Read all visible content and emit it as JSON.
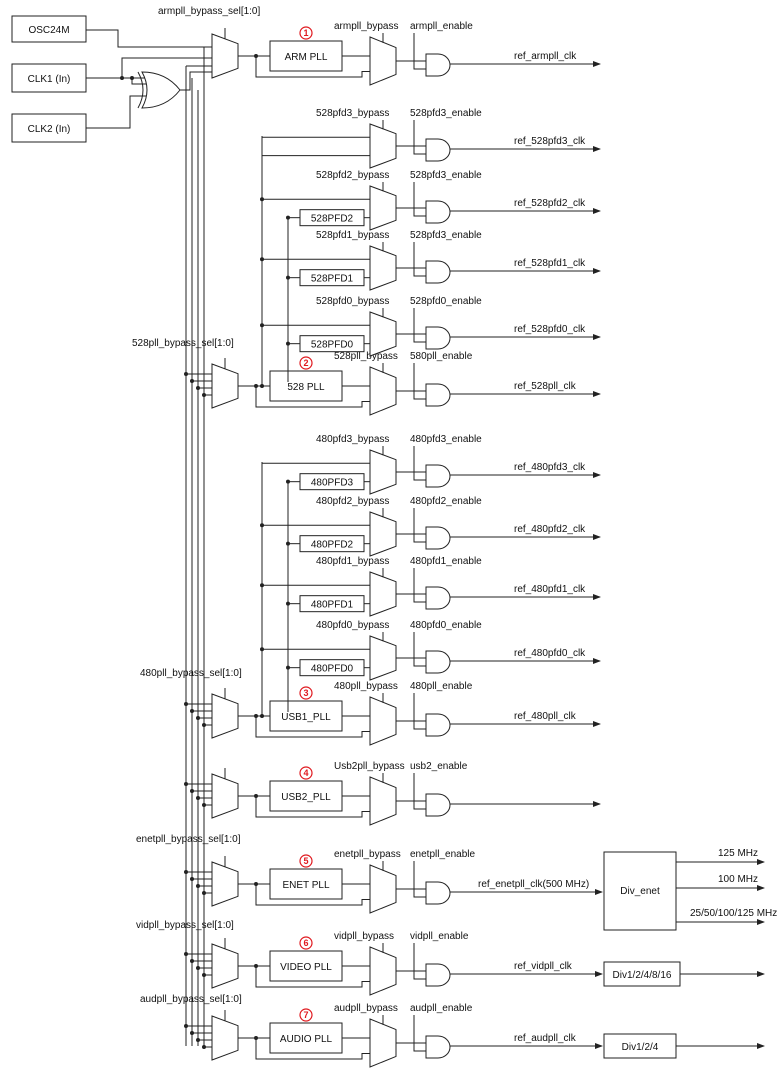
{
  "inputs": [
    {
      "id": "osc24m",
      "label": "OSC24M"
    },
    {
      "id": "clk1",
      "label": "CLK1 (In)"
    },
    {
      "id": "clk2",
      "label": "CLK2 (In)"
    }
  ],
  "pll_groups": [
    {
      "id": "arm",
      "sel_label": "armpll_bypass_sel[1:0]",
      "pll_label": "ARM PLL",
      "badge": "1",
      "bypass_label": "armpll_bypass",
      "enable_label": "armpll_enable",
      "output_label": "ref_armpll_clk"
    },
    {
      "id": "528",
      "sel_label": "528pll_bypass_sel[1:0]",
      "pll_label": "528 PLL",
      "badge": "2",
      "bypass_label": "528pll_bypass",
      "enable_label": "580pll_enable",
      "output_label": "ref_528pll_clk",
      "pfds": [
        {
          "box_label": "",
          "bypass_label": "528pfd3_bypass",
          "enable_label": "528pfd3_enable",
          "output_label": "ref_528pfd3_clk"
        },
        {
          "box_label": "528PFD2",
          "bypass_label": "528pfd2_bypass",
          "enable_label": "528pfd3_enable",
          "output_label": "ref_528pfd2_clk"
        },
        {
          "box_label": "528PFD1",
          "bypass_label": "528pfd1_bypass",
          "enable_label": "528pfd3_enable",
          "output_label": "ref_528pfd1_clk"
        },
        {
          "box_label": "528PFD0",
          "bypass_label": "528pfd0_bypass",
          "enable_label": "528pfd0_enable",
          "output_label": "ref_528pfd0_clk"
        }
      ]
    },
    {
      "id": "480",
      "sel_label": "480pll_bypass_sel[1:0]",
      "pll_label": "USB1_PLL",
      "badge": "3",
      "bypass_label": "480pll_bypass",
      "enable_label": "480pll_enable",
      "output_label": "ref_480pll_clk",
      "pfds": [
        {
          "box_label": "480PFD3",
          "bypass_label": "480pfd3_bypass",
          "enable_label": "480pfd3_enable",
          "output_label": "ref_480pfd3_clk"
        },
        {
          "box_label": "480PFD2",
          "bypass_label": "480pfd2_bypass",
          "enable_label": "480pfd2_enable",
          "output_label": "ref_480pfd2_clk"
        },
        {
          "box_label": "480PFD1",
          "bypass_label": "480pfd1_bypass",
          "enable_label": "480pfd1_enable",
          "output_label": "ref_480pfd1_clk"
        },
        {
          "box_label": "480PFD0",
          "bypass_label": "480pfd0_bypass",
          "enable_label": "480pfd0_enable",
          "output_label": "ref_480pfd0_clk"
        }
      ]
    },
    {
      "id": "usb2",
      "sel_label": "",
      "pll_label": "USB2_PLL",
      "badge": "4",
      "bypass_label": "Usb2pll_bypass",
      "enable_label": "usb2_enable",
      "output_label": ""
    },
    {
      "id": "enet",
      "sel_label": "enetpll_bypass_sel[1:0]",
      "pll_label": "ENET PLL",
      "badge": "5",
      "bypass_label": "enetpll_bypass",
      "enable_label": "enetpll_enable",
      "output_label": "ref_enetpll_clk(500 MHz)",
      "divider": {
        "label": "Div_enet",
        "outputs": [
          "125 MHz",
          "100  MHz",
          "25/50/100/125 MHz"
        ]
      }
    },
    {
      "id": "video",
      "sel_label": "vidpll_bypass_sel[1:0]",
      "pll_label": "VIDEO PLL",
      "badge": "6",
      "bypass_label": "vidpll_bypass",
      "enable_label": "vidpll_enable",
      "output_label": "ref_vidpll_clk",
      "divider": {
        "label": "Div1/2/4/8/16",
        "outputs": []
      }
    },
    {
      "id": "audio",
      "sel_label": "audpll_bypass_sel[1:0]",
      "pll_label": "AUDIO PLL",
      "badge": "7",
      "bypass_label": "audpll_bypass",
      "enable_label": "audpll_enable",
      "output_label": "ref_audpll_clk",
      "divider": {
        "label": "Div1/2/4",
        "outputs": []
      }
    }
  ]
}
